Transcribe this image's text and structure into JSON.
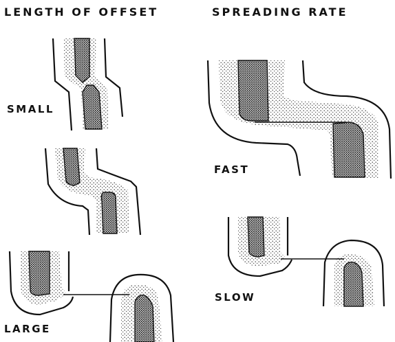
{
  "headings": {
    "left": "LENGTH OF OFFSET",
    "right": "SPREADING RATE"
  },
  "labels": {
    "small": "SMALL",
    "large": "LARGE",
    "fast": "FAST",
    "slow": "SLOW"
  },
  "colors": {
    "ink": "#111111",
    "stipple_light": "#f2f2f2",
    "stipple_dark": "#bdbdbd",
    "background": "#ffffff"
  }
}
